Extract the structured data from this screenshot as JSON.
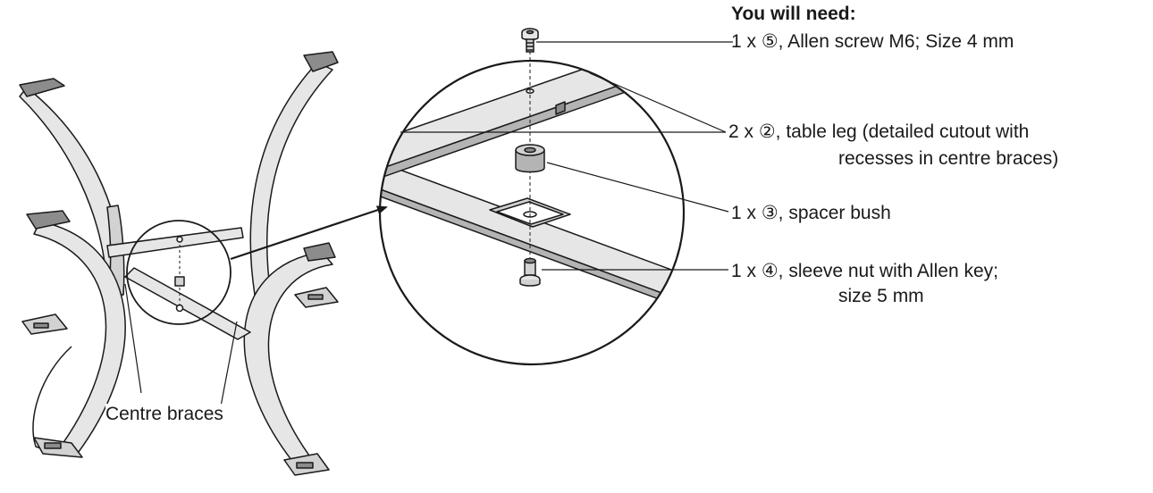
{
  "parts_header": "You will need:",
  "parts": [
    {
      "line1": "1 x ⑤, Allen screw M6; Size 4 mm",
      "line2": ""
    },
    {
      "line1": "2 x ②, table leg (detailed cutout with",
      "line2": "recesses in centre braces)"
    },
    {
      "line1": "1 x ③, spacer bush",
      "line2": ""
    },
    {
      "line1": "1 x ④, sleeve nut with Allen key;",
      "line2": "size 5 mm"
    }
  ],
  "overview_label": "Centre braces",
  "colors": {
    "line": "#1a1a1a",
    "panel_fill": "#e6e6e6",
    "cap_fill": "#8c8c8c",
    "body_fill": "#d2d2d2"
  }
}
